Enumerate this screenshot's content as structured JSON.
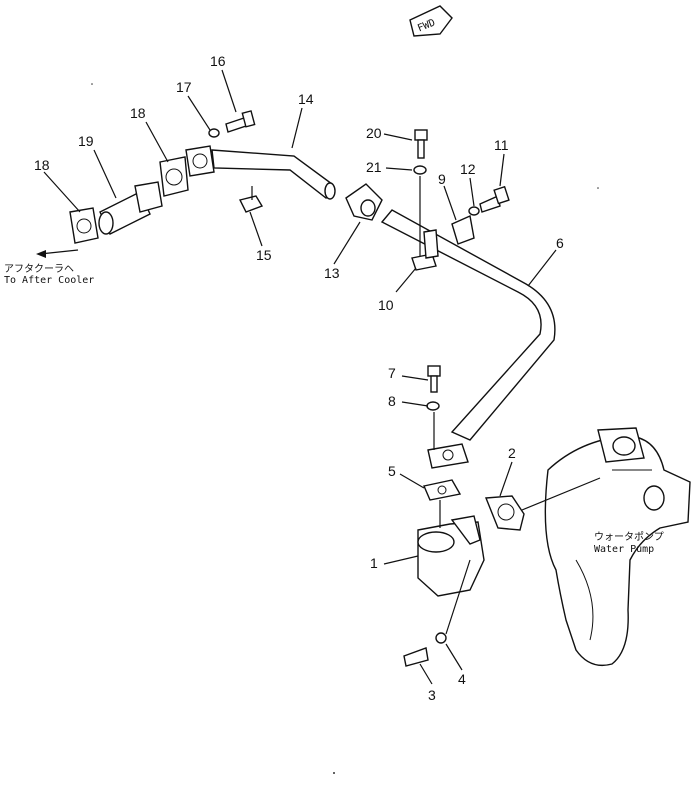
{
  "fwd_badge": "FWD",
  "callouts": {
    "c1": "1",
    "c2": "2",
    "c3": "3",
    "c4": "4",
    "c5": "5",
    "c6": "6",
    "c7": "7",
    "c8": "8",
    "c9": "9",
    "c10": "10",
    "c11": "11",
    "c12": "12",
    "c13": "13",
    "c14": "14",
    "c15": "15",
    "c16": "16",
    "c17": "17",
    "c18a": "18",
    "c18b": "18",
    "c19": "19",
    "c20": "20",
    "c21": "21"
  },
  "notes": {
    "after_cooler_jp": "アフタクーラヘ",
    "after_cooler_en": "To After Cooler",
    "water_pump_jp": "ウォータポンプ",
    "water_pump_en": "Water Pump"
  }
}
